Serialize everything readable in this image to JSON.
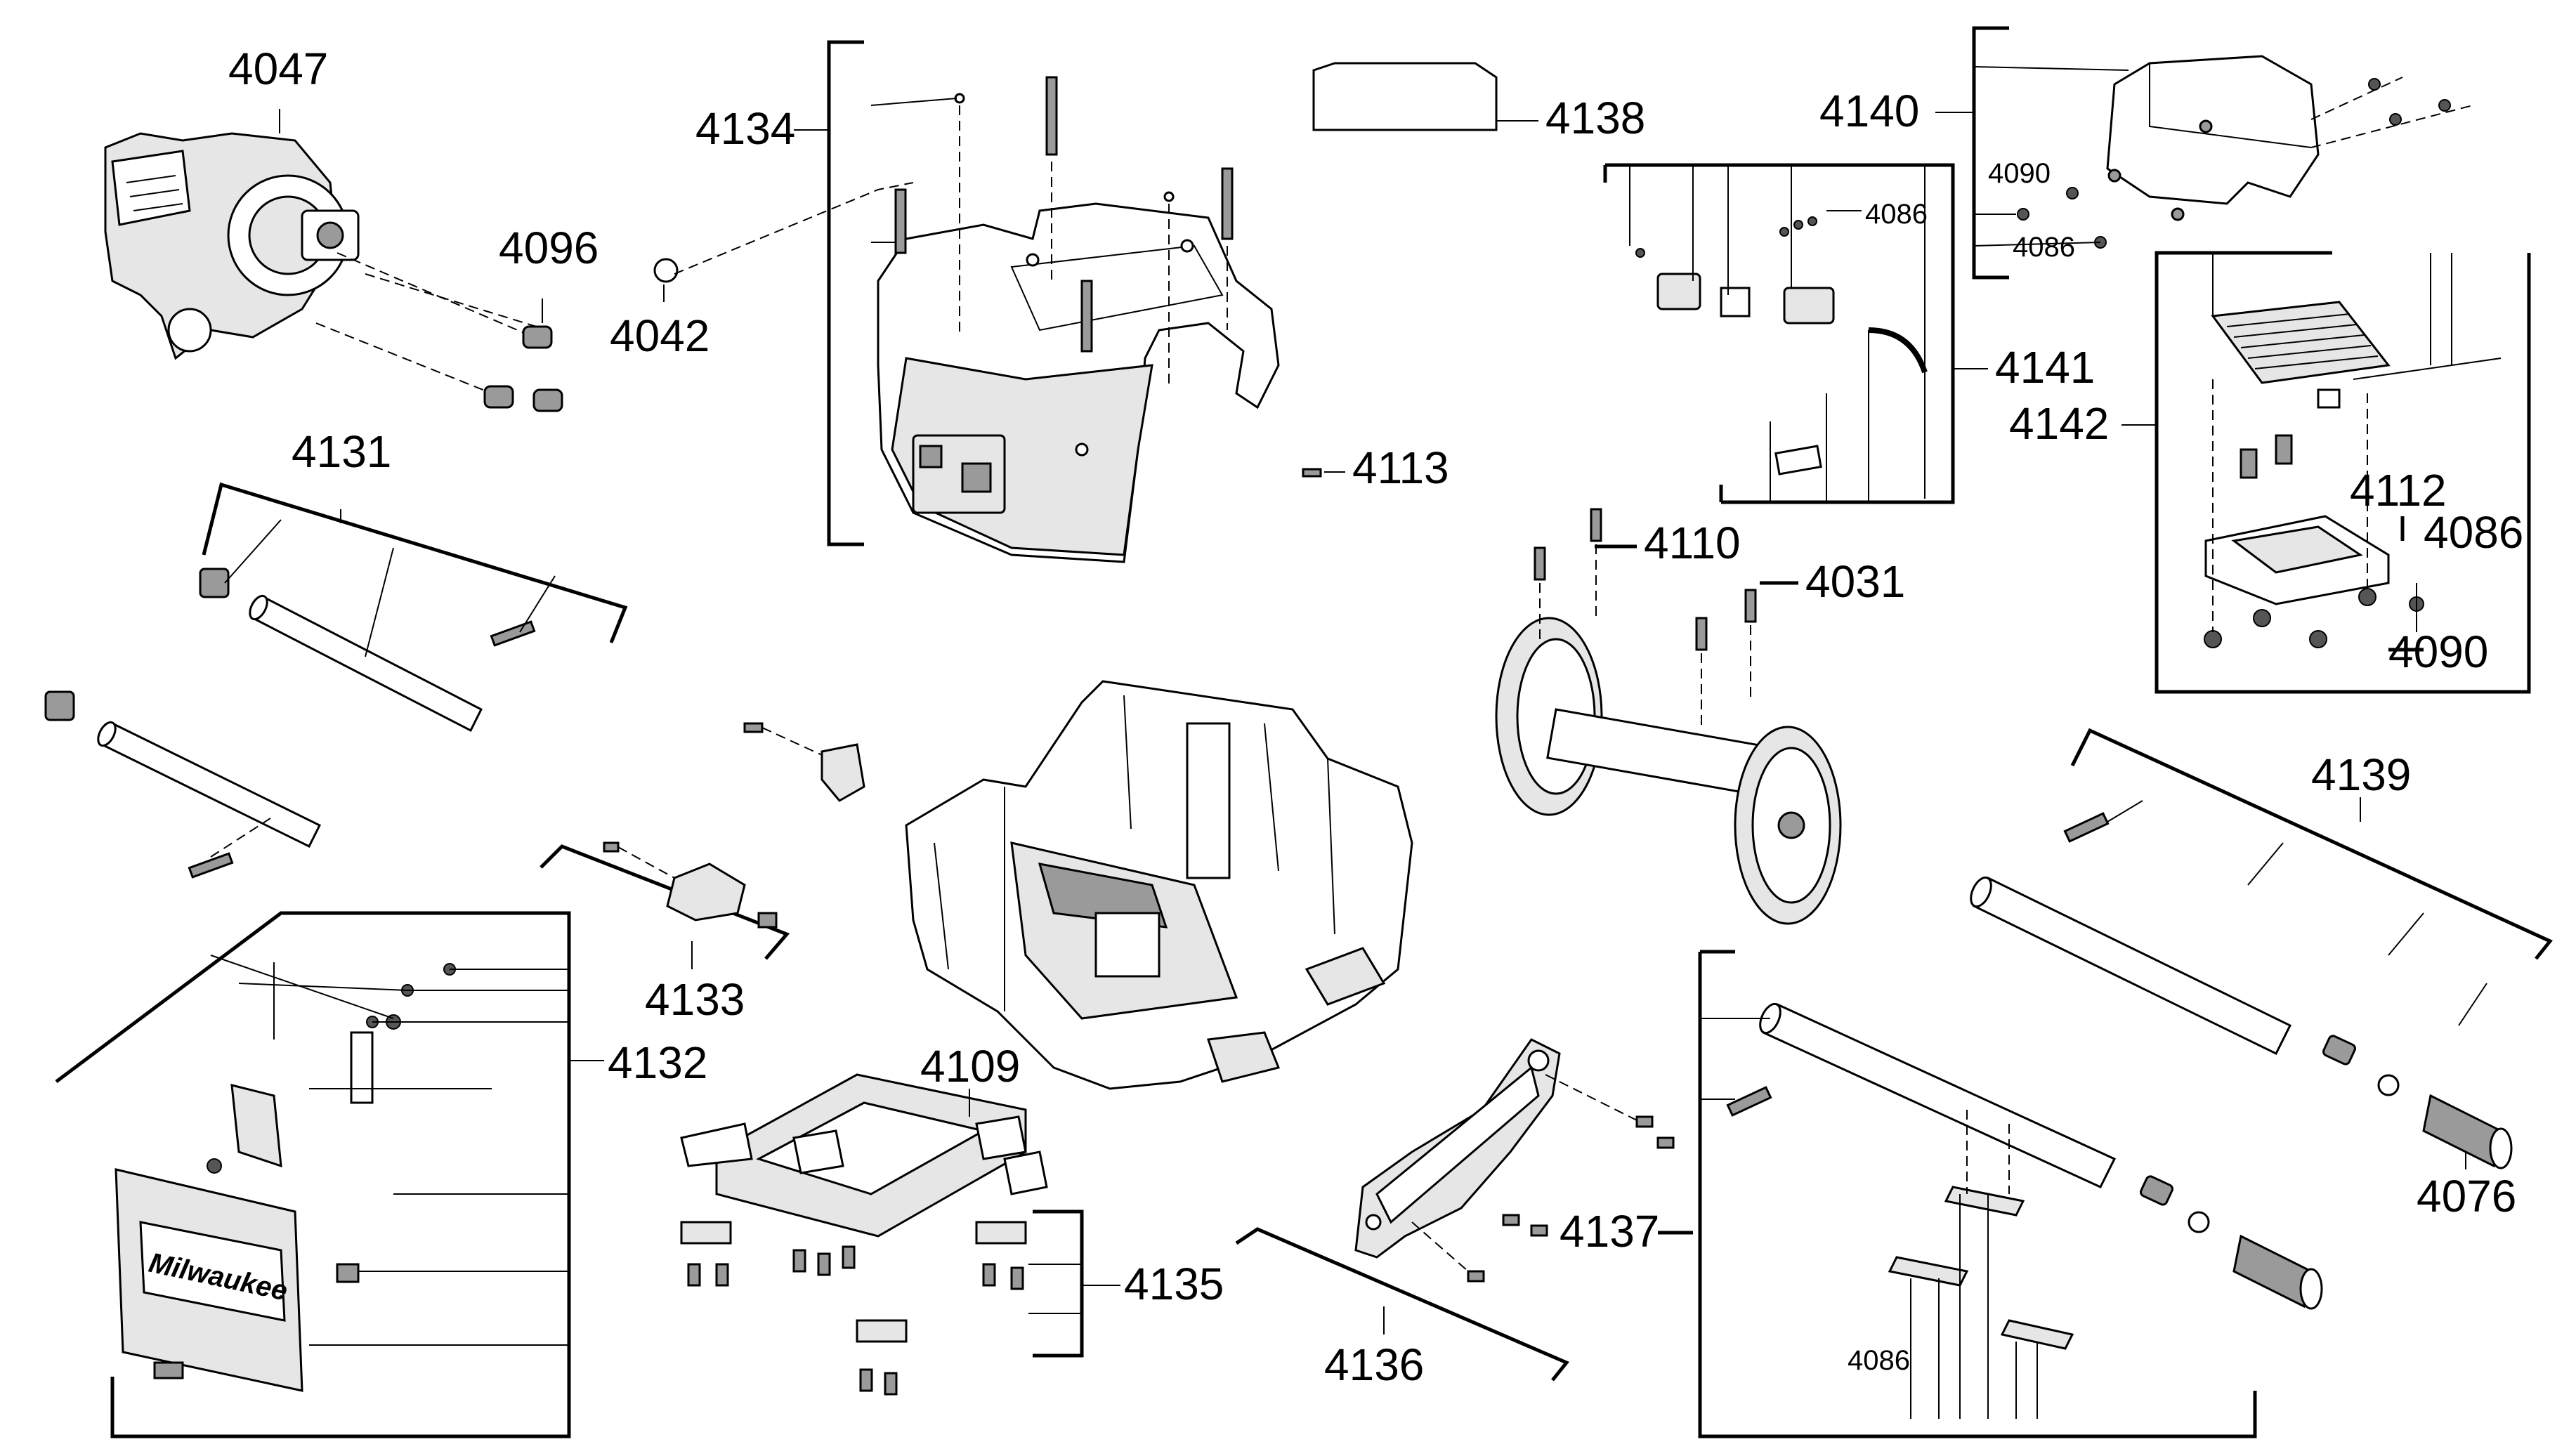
{
  "diagram": {
    "labels": {
      "p4047": "4047",
      "p4096": "4096",
      "p4042": "4042",
      "p4134": "4134",
      "p4138": "4138",
      "p4140": "4140",
      "p4090a": "4090",
      "p4086a": "4086",
      "p4086b": "4086",
      "p4141": "4141",
      "p4142": "4142",
      "p4112": "4112",
      "p4086c": "4086",
      "p4090b": "4090",
      "p4113": "4113",
      "p4110": "4110",
      "p4031": "4031",
      "p4131": "4131",
      "p4133": "4133",
      "p4132": "4132",
      "p4109": "4109",
      "p4135": "4135",
      "p4136": "4136",
      "p4137": "4137",
      "p4139": "4139",
      "p4076": "4076",
      "p4086d": "4086"
    },
    "brand_text": "Milwaukee"
  }
}
